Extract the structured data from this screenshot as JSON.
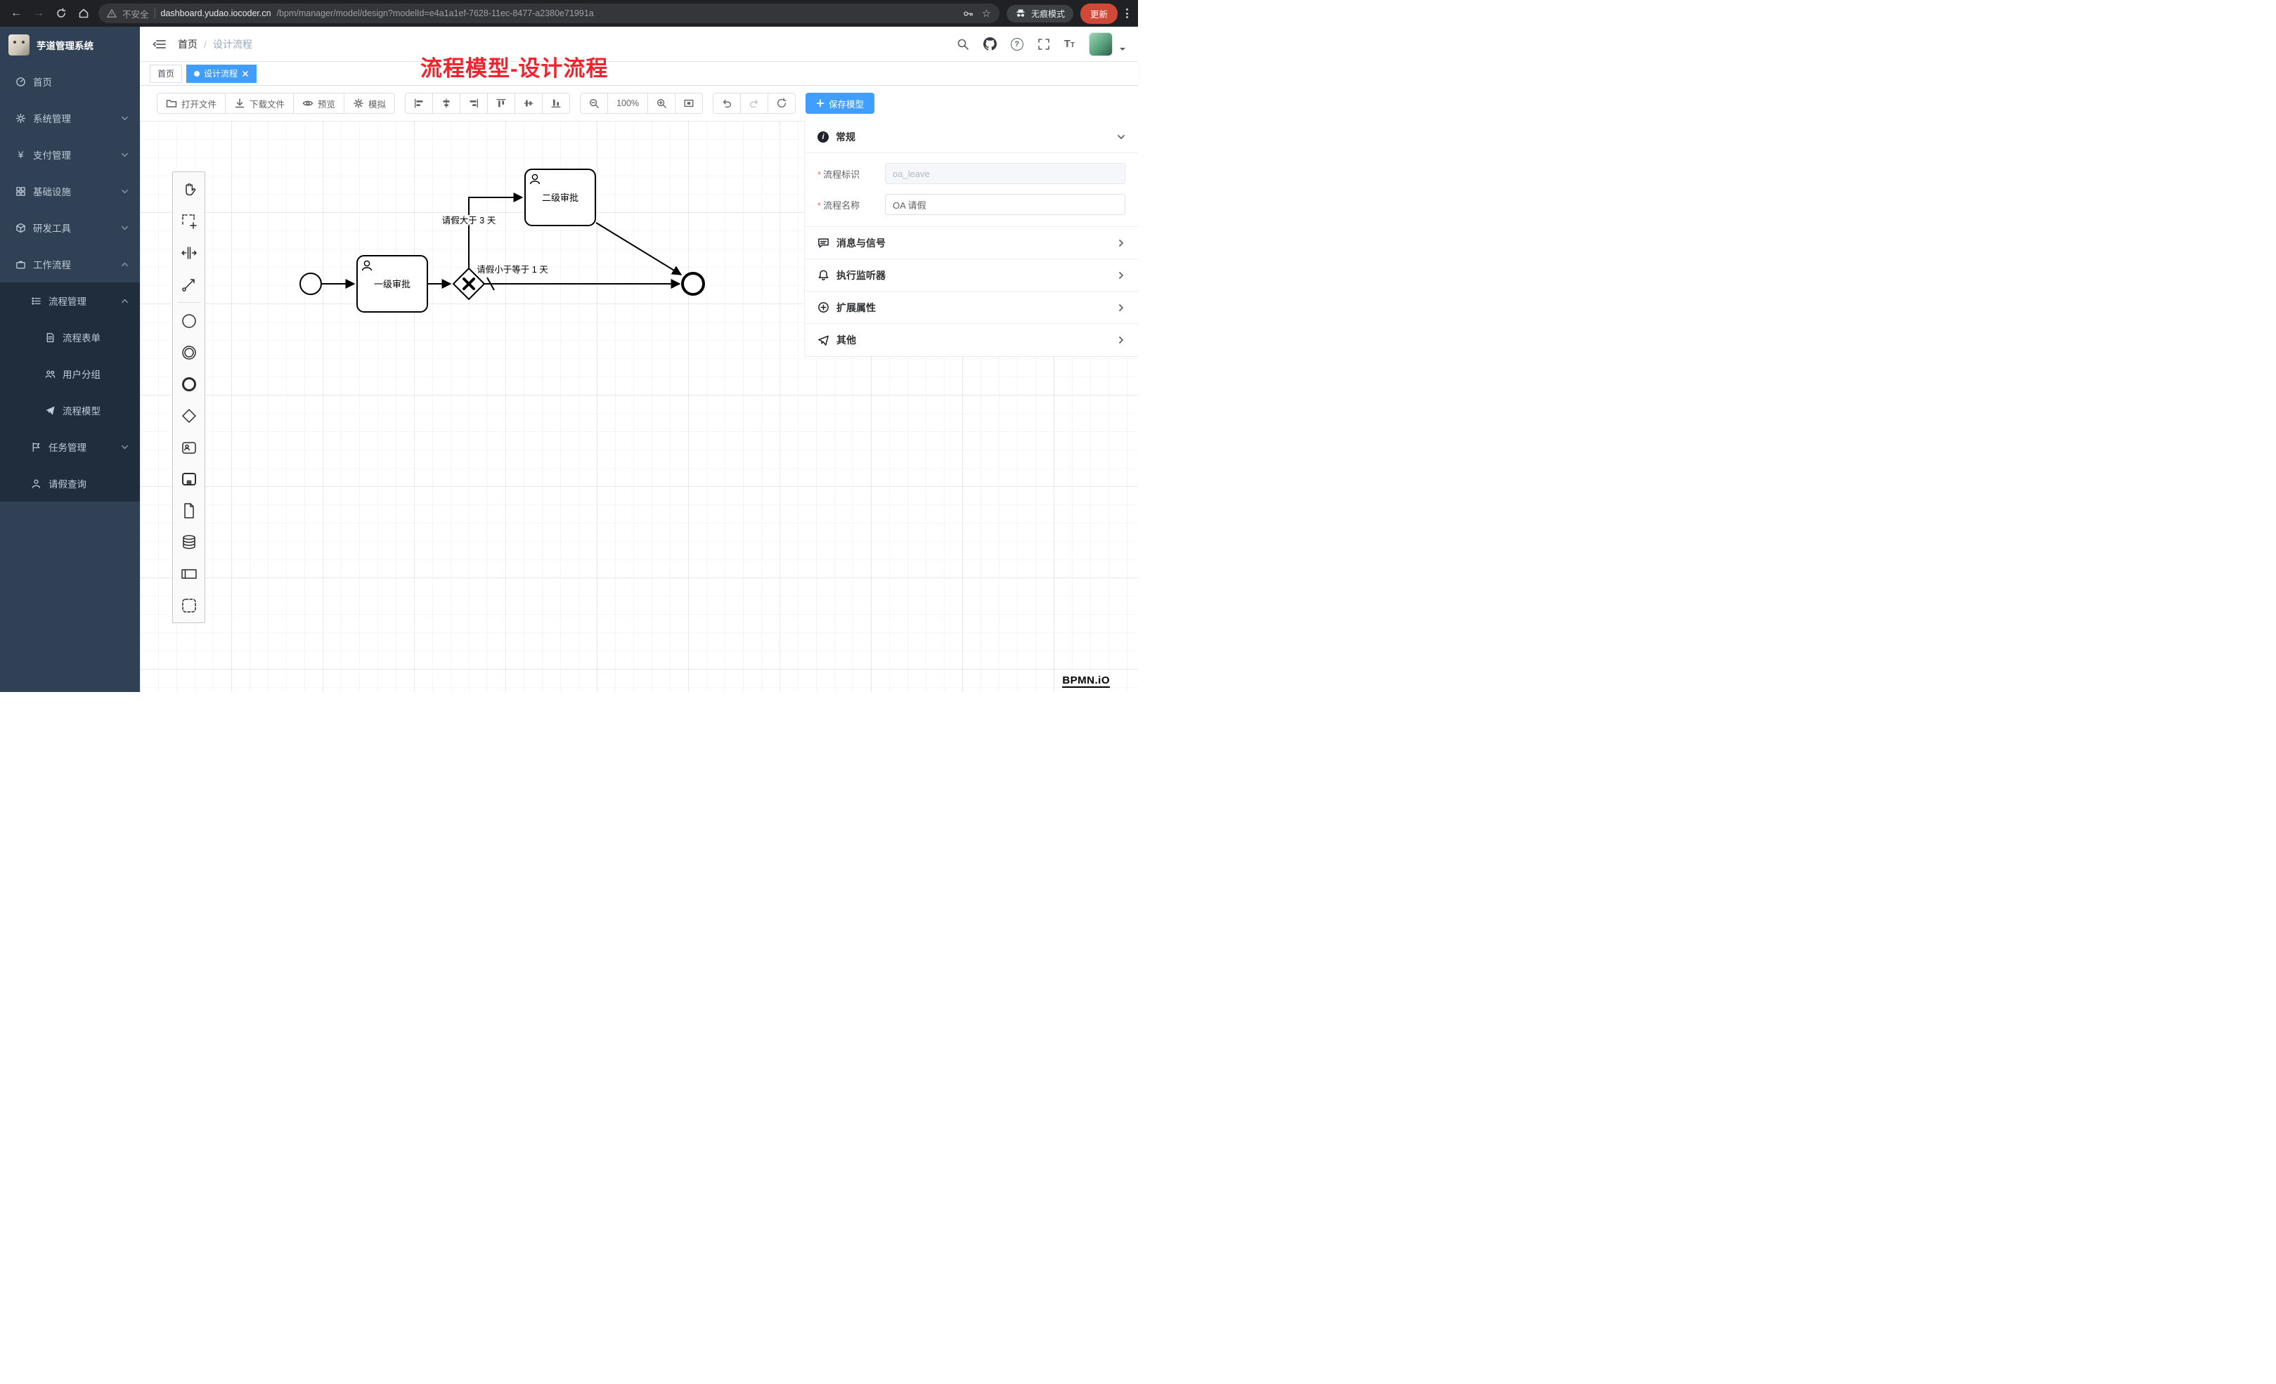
{
  "browser": {
    "security_warning": "不安全",
    "url_host": "dashboard.yudao.iocoder.cn",
    "url_path": "/bpm/manager/model/design?modelId=e4a1a1ef-7628-11ec-8477-a2380e71991a",
    "incognito_label": "无痕模式",
    "update_button": "更新"
  },
  "sidebar": {
    "app_title": "芋道管理系统",
    "items": [
      {
        "label": "首页"
      },
      {
        "label": "系统管理"
      },
      {
        "label": "支付管理"
      },
      {
        "label": "基础设施"
      },
      {
        "label": "研发工具"
      },
      {
        "label": "工作流程"
      },
      {
        "label": "流程管理"
      },
      {
        "label": "流程表单"
      },
      {
        "label": "用户分组"
      },
      {
        "label": "流程模型"
      },
      {
        "label": "任务管理"
      },
      {
        "label": "请假查询"
      }
    ]
  },
  "header": {
    "breadcrumb": [
      "首页",
      "设计流程"
    ],
    "annotation": "流程模型-设计流程"
  },
  "tabs": [
    {
      "label": "首页"
    },
    {
      "label": "设计流程"
    }
  ],
  "toolbar": {
    "open": "打开文件",
    "download": "下载文件",
    "preview": "预览",
    "simulate": "模拟",
    "zoom": "100%",
    "save": "保存模型"
  },
  "panel": {
    "general_title": "常规",
    "fields": [
      {
        "label": "流程标识",
        "value": "oa_leave"
      },
      {
        "label": "流程名称",
        "value": "OA 请假"
      }
    ],
    "sections": [
      "消息与信号",
      "执行监听器",
      "扩展属性",
      "其他"
    ]
  },
  "diagram": {
    "task1": "一级审批",
    "task2": "二级审批",
    "edge_label_gt": "请假大于 3 天",
    "edge_label_lte": "请假小于等于 1 天"
  },
  "watermark": "BPMN.iO",
  "colors": {
    "accent": "#409eff",
    "annotation": "#f5222d",
    "sidebar": "#304156"
  }
}
